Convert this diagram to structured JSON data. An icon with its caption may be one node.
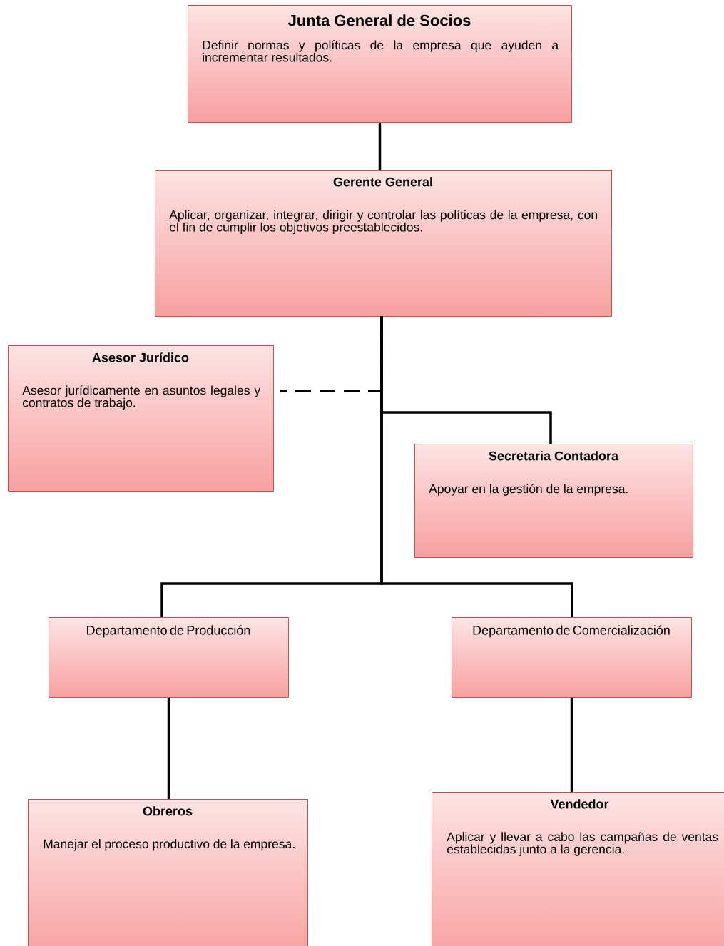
{
  "diagram": {
    "nodes": [
      {
        "text": [
          "Junta General de Socios",
          "Definir normas y políticas de la empresa que ayuden a incrementar resultados."
        ]
      },
      {
        "text": [
          "Gerente General",
          "Aplicar, organizar, integrar, dirigir y controlar las políticas de la empresa, con el fin de cumplir los objetivos preestablecidos."
        ]
      },
      {
        "text": [
          "Asesor Jurídico",
          "Asesor jurídicamente en asuntos legales y contratos de trabajo."
        ]
      },
      {
        "text": [
          "Secretaria Contadora",
          "Apoyar en la gestión de la empresa."
        ]
      },
      {
        "text": [
          "Departamento de Producción"
        ]
      },
      {
        "text": [
          "Departamento de Comercialización"
        ]
      },
      {
        "text": [
          "Obreros",
          "Manejar el proceso productivo de la empresa."
        ]
      },
      {
        "text": [
          "Vendedor",
          "Aplicar y llevar a cabo las campañas de ventas establecidas junto a la gerencia."
        ]
      }
    ],
    "edges": [
      {
        "from": 0,
        "to": 1,
        "arrow": "none"
      },
      {
        "from": 1,
        "to": 2,
        "arrow": "none",
        "style": "dashed"
      },
      {
        "from": 1,
        "to": 3,
        "arrow": "none"
      },
      {
        "from": 1,
        "to": 4,
        "arrow": "none"
      },
      {
        "from": 1,
        "to": 5,
        "arrow": "none"
      },
      {
        "from": 4,
        "to": 6,
        "arrow": "none"
      },
      {
        "from": 5,
        "to": 7,
        "arrow": "none"
      }
    ]
  }
}
